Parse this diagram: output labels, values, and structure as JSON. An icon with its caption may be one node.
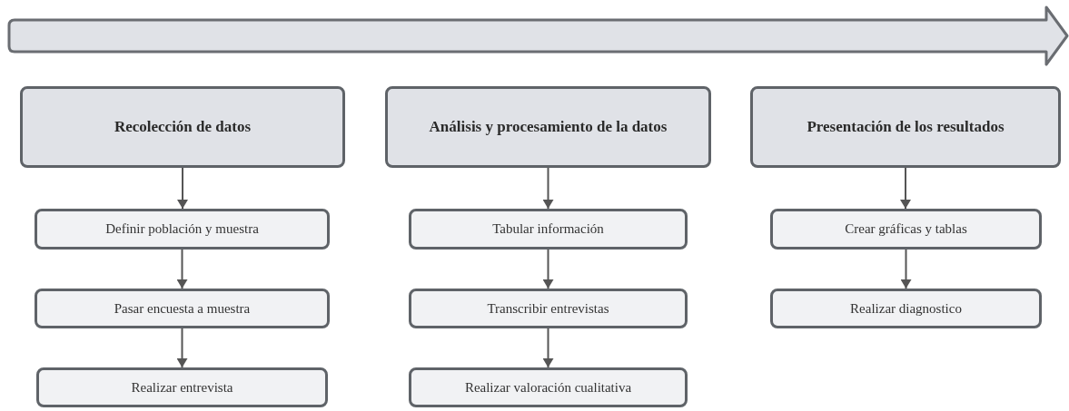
{
  "diagram": {
    "nodes": [
      {
        "text": [
          "Recolección de datos"
        ]
      },
      {
        "text": [
          "Definir población y muestra"
        ]
      },
      {
        "text": [
          "Pasar encuesta a muestra"
        ]
      },
      {
        "text": [
          "Realizar entrevista"
        ]
      },
      {
        "text": [
          "Análisis y procesamiento de la datos"
        ]
      },
      {
        "text": [
          "Tabular información"
        ]
      },
      {
        "text": [
          "Transcribir entrevistas"
        ]
      },
      {
        "text": [
          "Realizar valoración cualitativa"
        ]
      },
      {
        "text": [
          "Presentación de los resultados"
        ]
      },
      {
        "text": [
          "Crear gráficas y tablas"
        ]
      },
      {
        "text": [
          "Realizar diagnostico"
        ]
      }
    ],
    "edges": [
      {
        "from": 0,
        "to": 1,
        "arrow": "to"
      },
      {
        "from": 1,
        "to": 2,
        "arrow": "to"
      },
      {
        "from": 2,
        "to": 3,
        "arrow": "to"
      },
      {
        "from": 4,
        "to": 5,
        "arrow": "to"
      },
      {
        "from": 5,
        "to": 6,
        "arrow": "to"
      },
      {
        "from": 6,
        "to": 7,
        "arrow": "to"
      },
      {
        "from": 8,
        "to": 9,
        "arrow": "to"
      },
      {
        "from": 9,
        "to": 10,
        "arrow": "to"
      }
    ]
  }
}
